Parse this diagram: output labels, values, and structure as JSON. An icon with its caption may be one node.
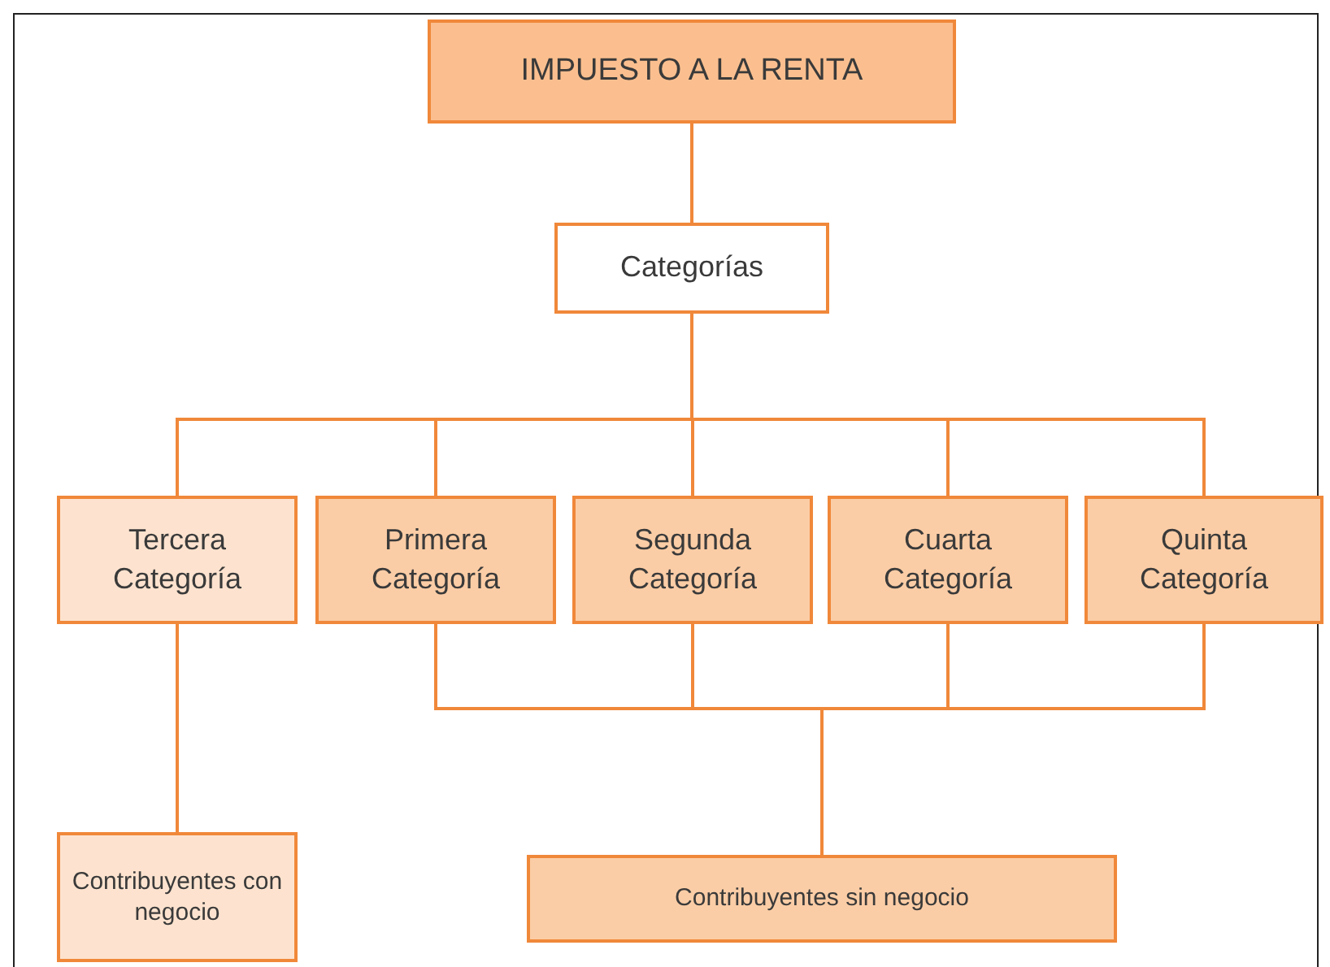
{
  "diagram": {
    "nodes": [
      {
        "text": [
          "IMPUESTO A LA RENTA"
        ]
      },
      {
        "text": [
          "Categorías"
        ]
      },
      {
        "text": [
          "Tercera Categoría"
        ]
      },
      {
        "text": [
          "Primera Categoría"
        ]
      },
      {
        "text": [
          "Segunda Categoría"
        ]
      },
      {
        "text": [
          "Cuarta Categoría"
        ]
      },
      {
        "text": [
          "Quinta Categoría"
        ]
      },
      {
        "text": [
          "Contribuyentes con negocio"
        ]
      },
      {
        "text": [
          "Contribuyentes sin negocio"
        ]
      }
    ],
    "edges": [
      {
        "from": 0,
        "to": 1,
        "arrow": "none"
      },
      {
        "from": 1,
        "to": 2,
        "arrow": "none"
      },
      {
        "from": 1,
        "to": 3,
        "arrow": "none"
      },
      {
        "from": 1,
        "to": 4,
        "arrow": "none"
      },
      {
        "from": 1,
        "to": 5,
        "arrow": "none"
      },
      {
        "from": 1,
        "to": 6,
        "arrow": "none"
      },
      {
        "from": 2,
        "to": 7,
        "arrow": "none"
      },
      {
        "from": 3,
        "to": 8,
        "arrow": "none"
      },
      {
        "from": 4,
        "to": 8,
        "arrow": "none"
      },
      {
        "from": 5,
        "to": 8,
        "arrow": "none"
      },
      {
        "from": 6,
        "to": 8,
        "arrow": "none"
      }
    ]
  }
}
